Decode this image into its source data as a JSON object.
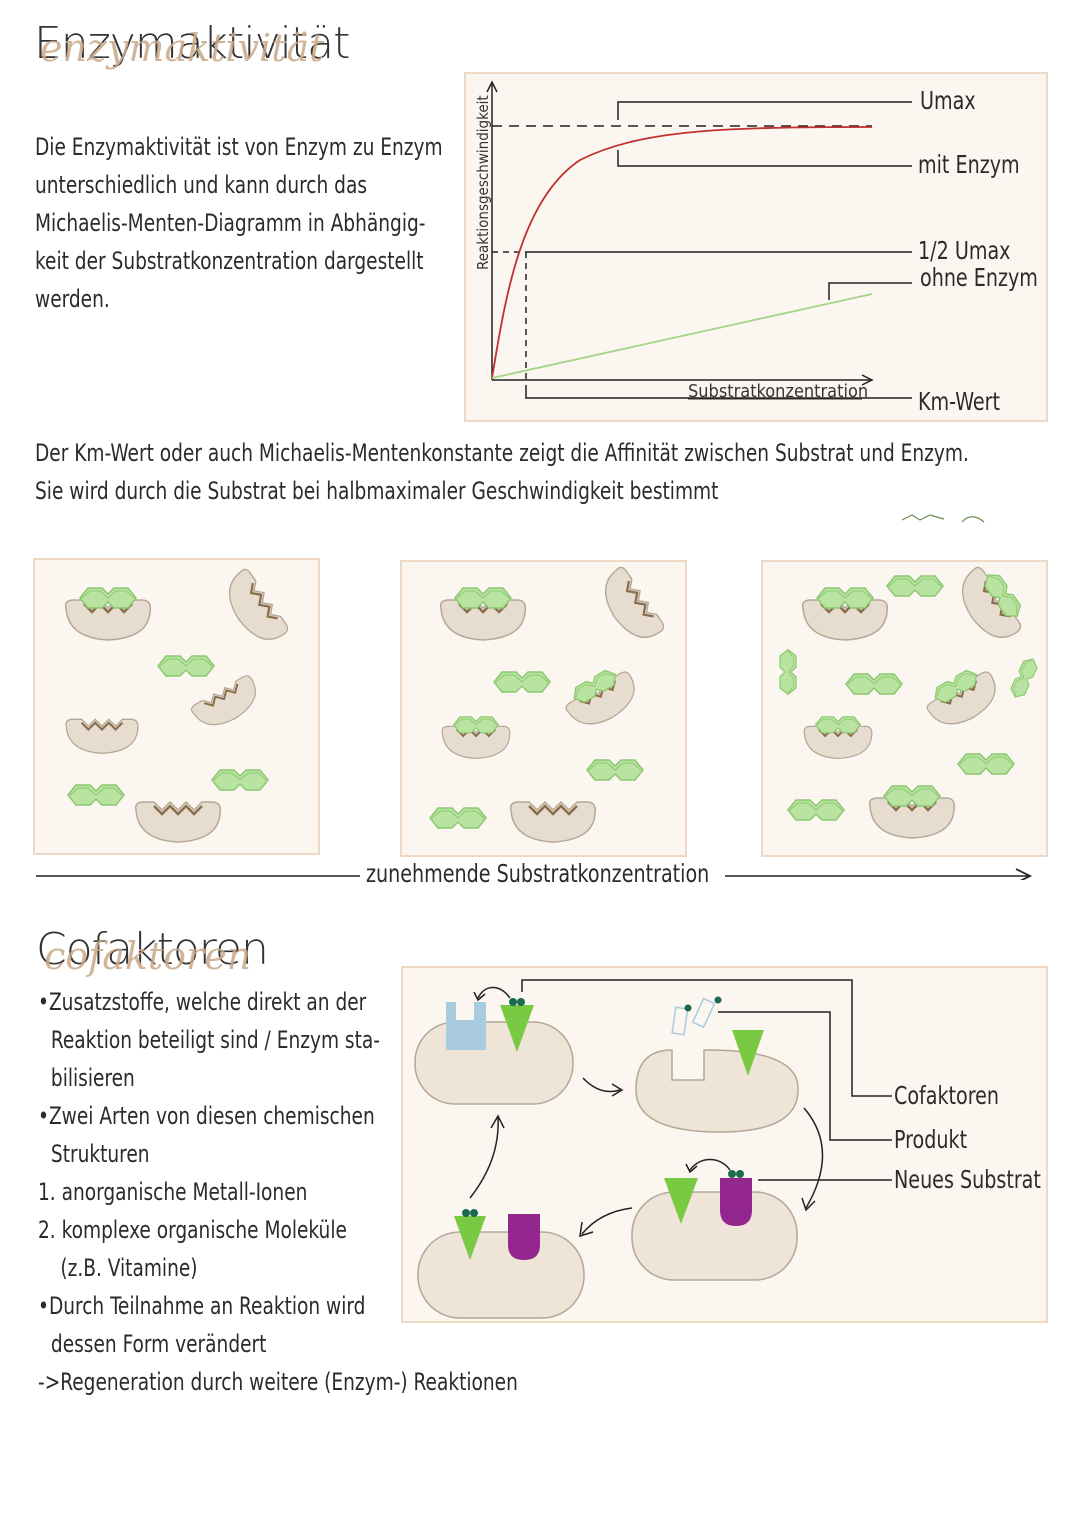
{
  "section1": {
    "title": "Enzymaktivität",
    "title_script": "enzymaktivität",
    "intro_lines": [
      "Die Enzymaktivität ist von Enzym zu Enzym",
      "unterschiedlich und kann durch das",
      "Michaelis-Menten-Diagramm in Abhängig-",
      "keit der Substratkonzentration dargestellt",
      "werden."
    ],
    "km_lines": [
      "Der Km-Wert oder auch Michaelis-Mentenkonstante zeigt die Affinität zwischen Substrat und Enzym.",
      "Sie wird durch die Substrat bei halbmaximaler Geschwindigkeit bestimmt"
    ]
  },
  "chart_data": {
    "type": "line",
    "xlabel": "Substratkonzentration",
    "ylabel": "Reaktionsgeschwindigkeit",
    "annotations": [
      "Umax",
      "mit Enzym",
      "1/2 Umax",
      "ohne Enzym",
      "Km-Wert"
    ],
    "series": [
      {
        "name": "mit Enzym",
        "color": "#c0302e"
      },
      {
        "name": "ohne Enzym",
        "color": "#a6d38a"
      }
    ]
  },
  "substrate_diagram": {
    "arrow_label": "zunehmende Substratkonzentration"
  },
  "section2": {
    "title": "Cofaktoren",
    "title_script": "cofaktoren",
    "lines": [
      "•Zusatzstoffe, welche direkt an der",
      "Reaktion beteiligt sind / Enzym sta-",
      "bilisieren",
      "•Zwei Arten von diesen chemischen",
      "Strukturen",
      "1. anorganische Metall-Ionen",
      "2. komplexe organische Moleküle",
      "(z.B. Vitamine)",
      "•Durch Teilnahme an Reaktion wird",
      "dessen Form verändert",
      "->Regeneration durch weitere (Enzym-) Reaktionen"
    ],
    "diagram_labels": {
      "cofactors": "Cofaktoren",
      "product": "Produkt",
      "new_substrate": "Neues Substrat"
    }
  },
  "colors": {
    "box_border": "#f0d9c4",
    "box_fill": "#fbf6f0",
    "enzyme": "#eee4d8",
    "substrate": "#b9e3a0",
    "substrate_stroke": "#8cc86f",
    "cofactor_green": "#7ac943",
    "cofactor_purple": "#93278f",
    "cofactor_blue": "#a8cbe0",
    "curve_red": "#c0302e"
  }
}
